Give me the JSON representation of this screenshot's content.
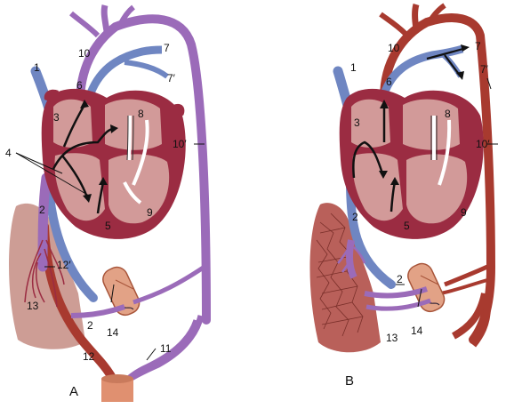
{
  "panels": [
    {
      "letter": "A",
      "labels": {
        "l1": "1",
        "l2": "2",
        "l2b": "2",
        "l3": "3",
        "l4": "4",
        "l5": "5",
        "l6": "6",
        "l7": "7",
        "l7p": "7′",
        "l8": "8",
        "l9": "9",
        "l10": "10",
        "l10p": "10′",
        "l11": "11",
        "l12": "12",
        "l12p": "12′",
        "l13": "13",
        "l14": "14"
      }
    },
    {
      "letter": "B",
      "labels": {
        "l1": "1",
        "l2": "2",
        "l2b": "2",
        "l3": "3",
        "l5": "5",
        "l6": "6",
        "l7": "7",
        "l7p": "7′",
        "l8": "8",
        "l9": "9",
        "l10": "10",
        "l10p": "10′",
        "l13": "13",
        "l14": "14"
      }
    }
  ],
  "colors": {
    "heart_outer": "#9b2c42",
    "heart_inner": "#d29a99",
    "vein_blue": "#6f86c2",
    "mixed_purple": "#9b6bb9",
    "artery_red": "#a83a2f",
    "liver_fetal": "#c8928a",
    "liver_adult": "#b9605a",
    "intestine": "#e2a286",
    "placenta": "#e09070"
  }
}
